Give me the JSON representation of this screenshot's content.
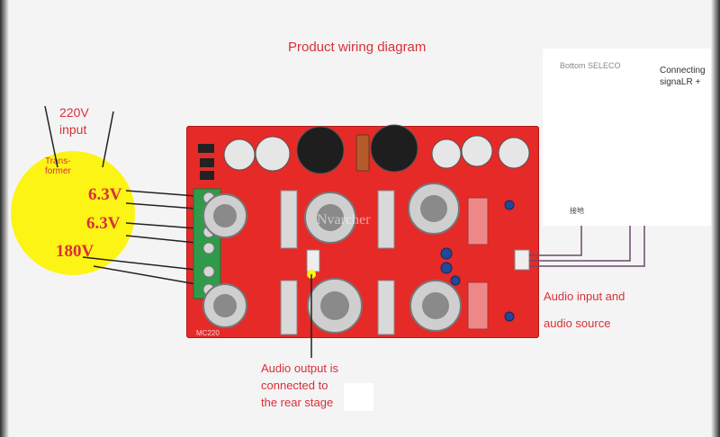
{
  "title": "Product wiring diagram",
  "transformer": {
    "label_line1": "Trans-",
    "label_line2": "former",
    "input_line1": "220V",
    "input_line2": "input",
    "voltages": [
      "6.3V",
      "6.3V",
      "180V"
    ]
  },
  "board": {
    "name": "MC220",
    "watermark": "Nvarcher"
  },
  "selector": {
    "bottom_label": "Bottom SELECO",
    "connect_line1": "Connecting",
    "connect_line2": "signaLR +",
    "ground_label": "接地"
  },
  "audio_input": {
    "line1": "Audio input and",
    "line2": "audio source"
  },
  "audio_output": {
    "line1": "Audio output is",
    "line2": "connected to",
    "line3": "the rear stage"
  },
  "colors": {
    "pcb": "#e52a28",
    "label_red": "#d8303a",
    "transformer": "#fcf414",
    "wire": "#6a4a6a"
  }
}
